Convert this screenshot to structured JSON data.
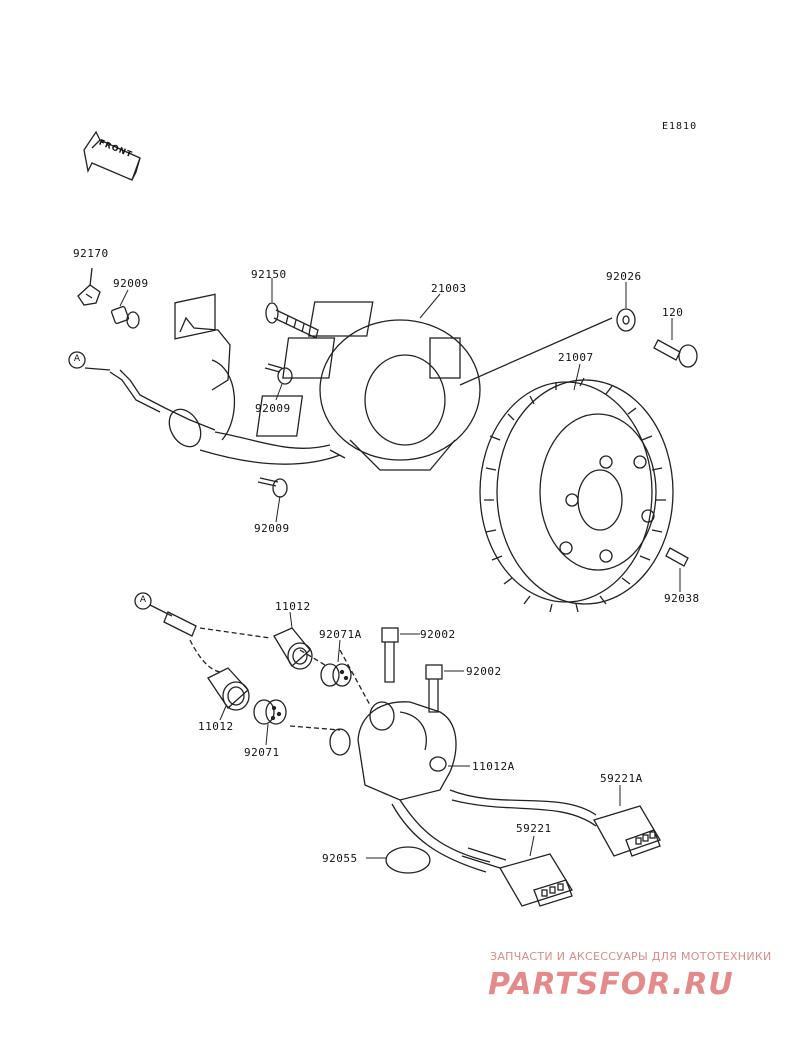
{
  "diagram_code": "E1810",
  "front_label": "FRONT",
  "marker_a": "A",
  "watermark": {
    "tagline": "ЗАПЧАСТИ И АКСЕССУАРЫ ДЛЯ МОТОТЕХНИКИ",
    "brand": "PARTSFOR.RU"
  },
  "parts": {
    "p92170": "92170",
    "p92009_a": "92009",
    "p92150": "92150",
    "p21003": "21003",
    "p92026": "92026",
    "p120": "120",
    "p21007": "21007",
    "p92009_b": "92009",
    "p92009_c": "92009",
    "p92038": "92038",
    "p11012_a": "11012",
    "p92071A": "92071A",
    "p92002_a": "92002",
    "p92002_b": "92002",
    "p11012_b": "11012",
    "p92071": "92071",
    "p11012A": "11012A",
    "p59221A": "59221A",
    "p59221": "59221",
    "p92055": "92055"
  },
  "colors": {
    "line": "#222222",
    "watermark": "#e58a8a"
  }
}
